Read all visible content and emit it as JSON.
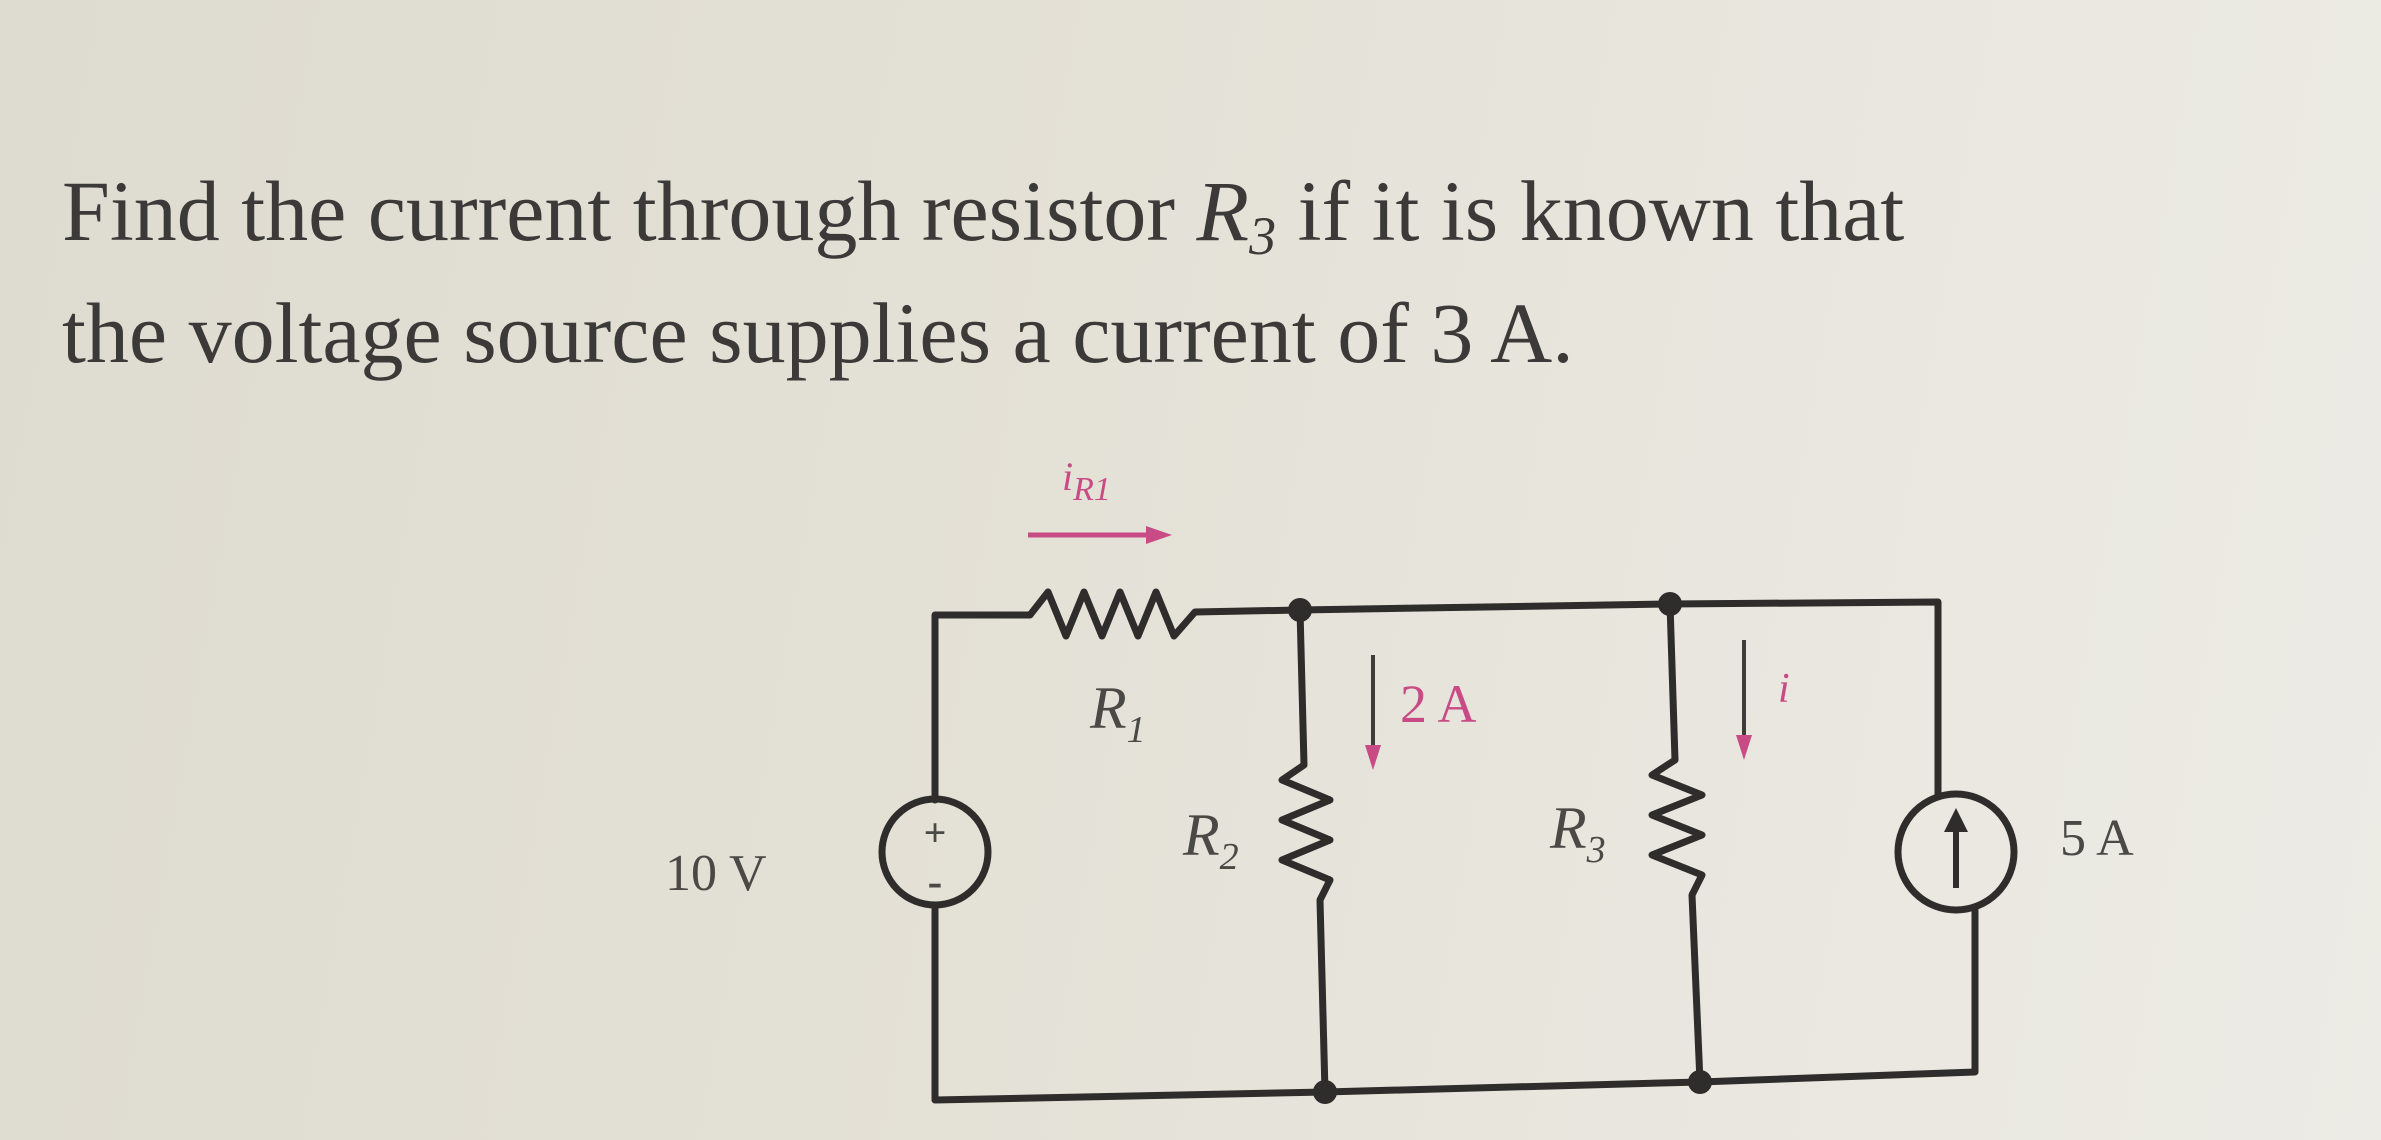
{
  "problem": {
    "line1_prefix": "Find the current through resistor ",
    "resistor_symbol": "R",
    "resistor_subscript": "3",
    "line1_suffix": " if it is known that",
    "line2": "the voltage source supplies a current of 3 A."
  },
  "circuit": {
    "current_label_main": "i",
    "current_label_sub": "R1",
    "r1_label": "R",
    "r1_sub": "1",
    "r2_label": "R",
    "r2_sub": "2",
    "r3_label": "R",
    "r3_sub": "3",
    "branch_current_label": "2 A",
    "unknown_current_label": "i",
    "voltage_source_label": "10 V",
    "voltage_plus": "+",
    "voltage_minus": "-",
    "current_source_label": "5 A"
  },
  "colors": {
    "accent_magenta": "#c94b86",
    "wire": "#2e2d2b",
    "text": "#3b3a38"
  }
}
